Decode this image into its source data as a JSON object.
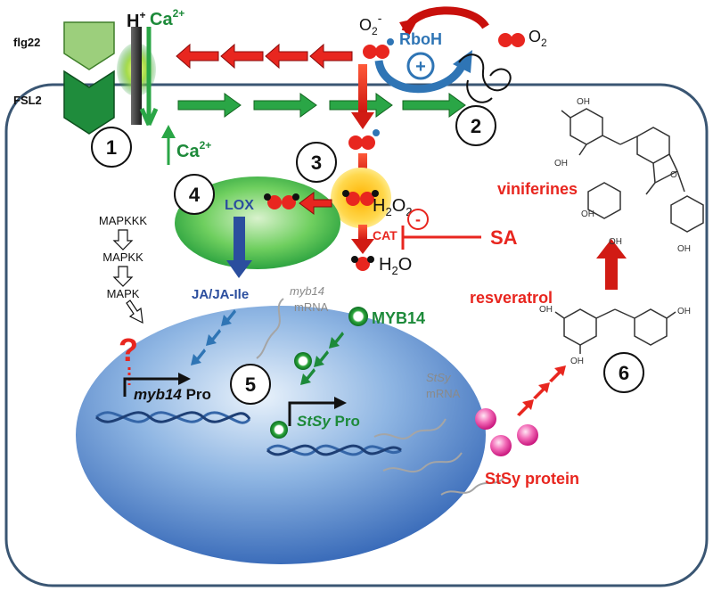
{
  "receptor": {
    "ligand": "flg22",
    "receptor_name": "FSL2",
    "proton": "H",
    "proton_charge": "+",
    "calcium": "Ca",
    "calcium_charge": "2+"
  },
  "steps": [
    "1",
    "2",
    "3",
    "4",
    "5",
    "6"
  ],
  "rboh": {
    "name": "RboH",
    "plus": "+",
    "superoxide": "O",
    "superoxide_sub": "2",
    "superoxide_charge": "-",
    "oxygen": "O",
    "oxygen_sub": "2"
  },
  "calcium_influx": {
    "ion": "Ca",
    "charge": "2+"
  },
  "mapk_cascade": [
    "MAPKKK",
    "MAPKK",
    "MAPK"
  ],
  "unknown_mark": "?",
  "lox": {
    "label": "LOX"
  },
  "peroxide": {
    "h2o2_a": "H",
    "h2o2_sub1": "2",
    "h2o2_b": "O",
    "h2o2_sub2": "2",
    "catalase": "CAT",
    "inhibit": "-",
    "sa": "SA",
    "water_a": "H",
    "water_sub": "2",
    "water_b": "O"
  },
  "jasmonate": "JA/JA-Ile",
  "myb14_mrna": {
    "gene": "myb14",
    "label": "mRNA"
  },
  "myb14_protein": "MYB14",
  "myb14_promoter": {
    "gene": "myb14",
    "suffix": " Pro"
  },
  "stsy_promoter": {
    "gene": "StSy",
    "suffix": " Pro"
  },
  "stsy_mrna": {
    "gene": "StSy",
    "label": "mRNA"
  },
  "stsy_protein": "StSy protein",
  "products": {
    "resveratrol": "resveratrol",
    "viniferins": "viniferines"
  },
  "colors": {
    "signal_red": "#e8261f",
    "flow_green": "#2aa646",
    "text_green": "#1d8a3a",
    "rboh_blue": "#2f75b5",
    "ja_blue": "#2b4e9e",
    "cell_border": "#3a5673"
  }
}
